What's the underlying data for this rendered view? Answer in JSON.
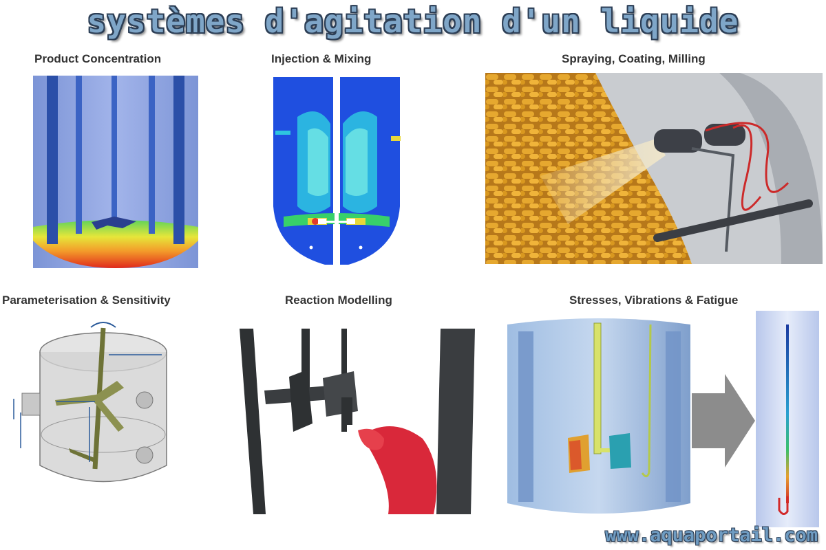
{
  "header": {
    "title": "systèmes d'agitation d'un liquide"
  },
  "panels": [
    {
      "label": "Product Concentration"
    },
    {
      "label": "Injection & Mixing"
    },
    {
      "label": "Spraying, Coating, Milling"
    },
    {
      "label": "Parameterisation & Sensitivity"
    },
    {
      "label": "Reaction Modelling"
    },
    {
      "label": "Stresses, Vibrations & Fatigue"
    }
  ],
  "footer": {
    "website": "www.aquaportail.com"
  },
  "colors": {
    "title_fill": "#7fa6c8",
    "title_outline": "#2c3e55",
    "label_text": "#333333",
    "pellet": "#e1a22a",
    "contour_red": "#e23b2a"
  }
}
